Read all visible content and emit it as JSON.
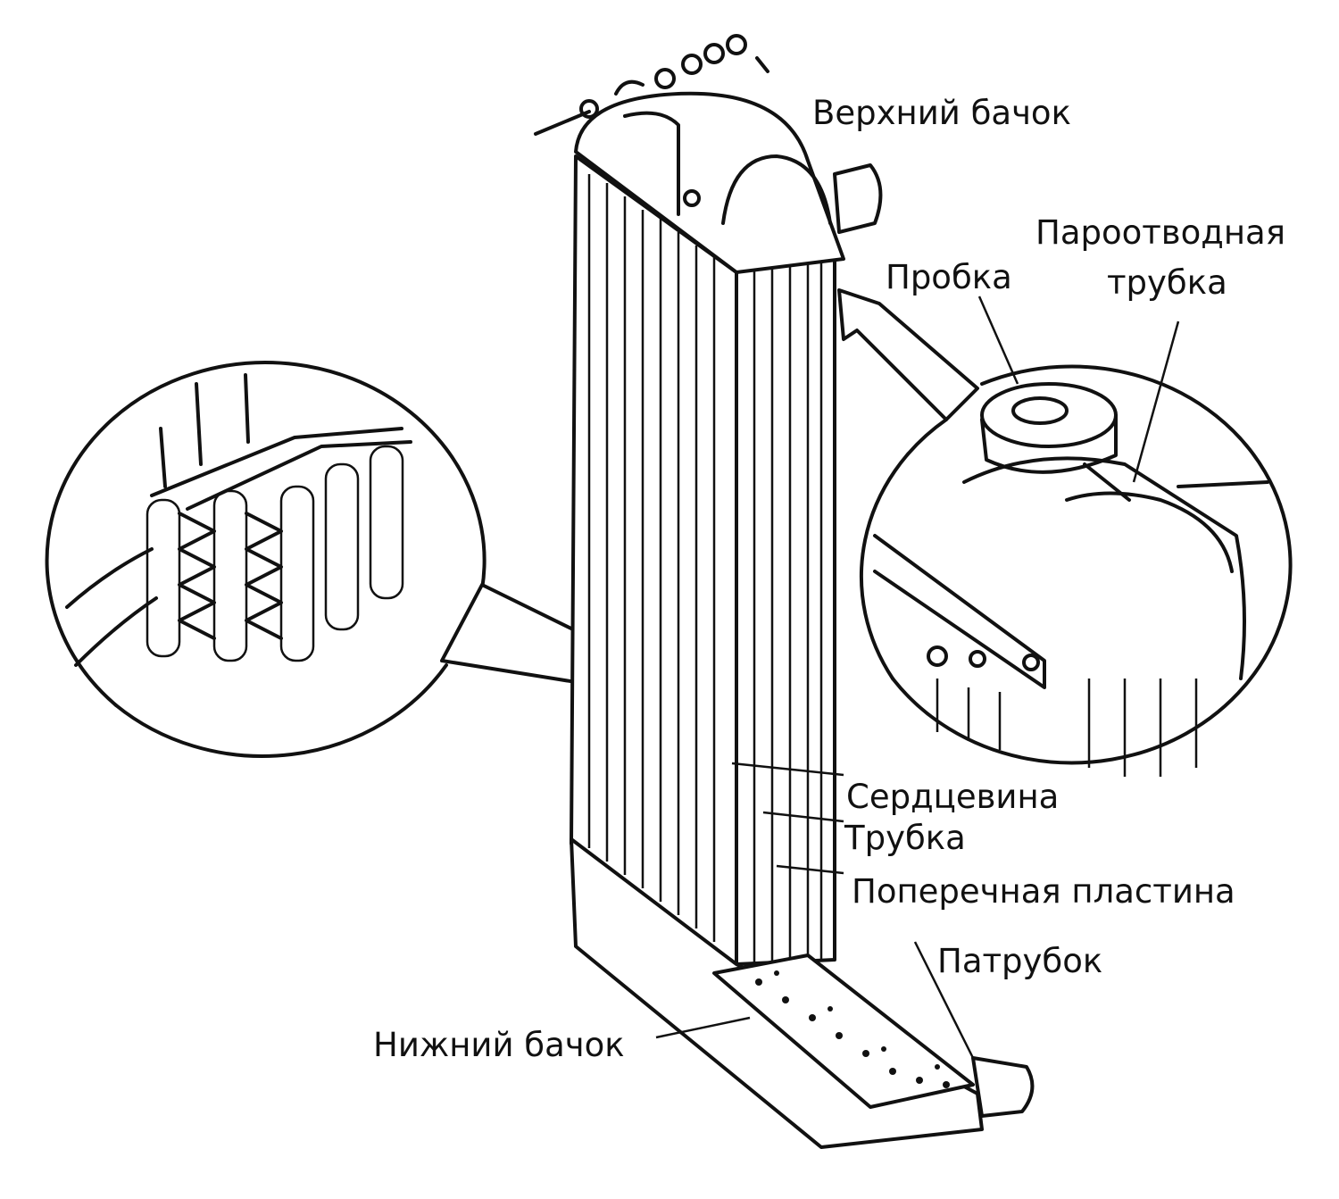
{
  "labels": {
    "upper_tank": "Верхний бачок",
    "steam_pipe_line1": "Пароотводная",
    "steam_pipe_line2": "трубка",
    "cap": "Пробка",
    "core": "Сердцевина",
    "tube": "Трубка",
    "cross_plate": "Поперечная пластина",
    "outlet_pipe": "Патрубок",
    "lower_tank": "Нижний бачок"
  },
  "colors": {
    "ink": "#111111",
    "paper": "#ffffff"
  }
}
